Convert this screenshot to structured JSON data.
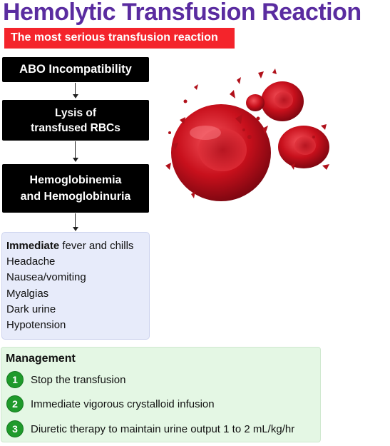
{
  "header": {
    "title": "Hemolytic Transfusion Reaction",
    "subtitle": "The most serious transfusion reaction"
  },
  "flow": [
    {
      "line1": "ABO Incompatibility",
      "line2": ""
    },
    {
      "line1": "Lysis of",
      "line2": "transfused RBCs"
    },
    {
      "line1": "Hemoglobinemia",
      "line2": "and Hemoglobinuria"
    }
  ],
  "symptoms": {
    "first_bold": "Immediate",
    "first_rest": " fever and chills",
    "items": [
      "Headache",
      "Nausea/vomiting",
      "Myalgias",
      "Dark urine",
      "Hypotension"
    ]
  },
  "management": {
    "title": "Management",
    "steps": [
      {
        "number": "1",
        "text": "Stop the transfusion"
      },
      {
        "number": "2",
        "text": "Immediate vigorous crystalloid infusion"
      },
      {
        "number": "3",
        "text": "Diuretic therapy to maintain urine output 1 to 2 mL/kg/hr"
      }
    ]
  },
  "colors": {
    "title": "#5a2ca0",
    "subtitle_bg": "#f4242b",
    "flow_box_bg": "#000000",
    "symptoms_bg": "#e7ebfa",
    "management_bg": "#e4f7e4",
    "step_circle": "#1f9a2b",
    "rbc": "#c8101c"
  },
  "illustration": {
    "icon": "lysed-red-blood-cells-illustration"
  }
}
